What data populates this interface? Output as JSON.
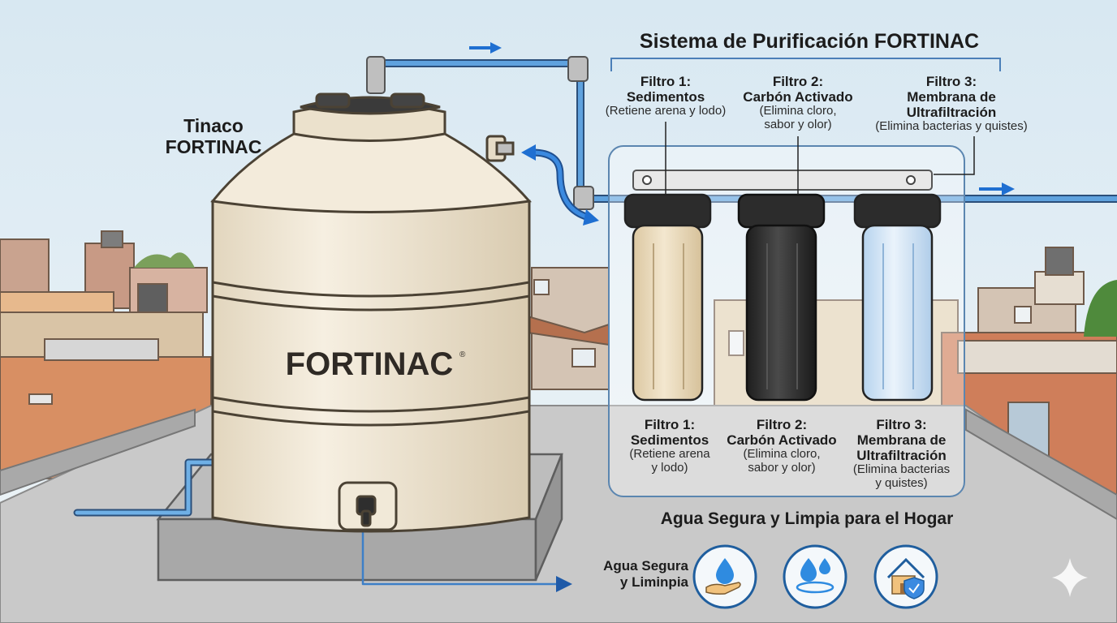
{
  "title": "Sistema de Purificación FORTINAC",
  "tank_label": {
    "line1": "Tinaco",
    "line2": "FORTINAC"
  },
  "tank_brand": "FORTINAC",
  "tank_brand_mark": "®",
  "filters_top": [
    {
      "name": "Filtro 1:",
      "type": [
        "Sedimentos"
      ],
      "desc": [
        "(Retiene arena y lodo)"
      ]
    },
    {
      "name": "Filtro 2:",
      "type": [
        "Carbón Activado"
      ],
      "desc": [
        "(Elimina cloro,",
        "sabor y olor)"
      ]
    },
    {
      "name": "Filtro 3:",
      "type": [
        "Membrana de",
        "Ultrafiltración"
      ],
      "desc": [
        "(Elimina bacterias y quistes)"
      ]
    }
  ],
  "filters_bottom": [
    {
      "name": "Filtro 1:",
      "type": [
        "Sedimentos"
      ],
      "desc": [
        "(Retiene arena",
        "y lodo)"
      ]
    },
    {
      "name": "Filtro 2:",
      "type": [
        "Carbón Activado"
      ],
      "desc": [
        "(Elimina cloro,",
        "sabor y olor)"
      ]
    },
    {
      "name": "Filtro 3:",
      "type": [
        "Membrana de",
        "Ultrafiltración"
      ],
      "desc": [
        "(Elimina bacterias",
        "y quistes)"
      ]
    }
  ],
  "safe_water_heading": "Agua Segura y Limpia para el Hogar",
  "safe_water_label": {
    "line1": "Agua Segura",
    "line2": "y Liminpia"
  },
  "benefit_icons": [
    "hand-water-drop-icon",
    "water-drops-icon",
    "house-shield-icon"
  ],
  "colors": {
    "sky": "#cfe3ef",
    "tank": "#efe6d4",
    "pipe": "#4d93d6",
    "arrow": "#1f6fd1",
    "filter1": "#ead9b8",
    "filter2": "#2b2b2b",
    "filter3": "#cfe4f6",
    "panel_border": "#5b86b0",
    "icon_ring": "#1f5e9e"
  }
}
